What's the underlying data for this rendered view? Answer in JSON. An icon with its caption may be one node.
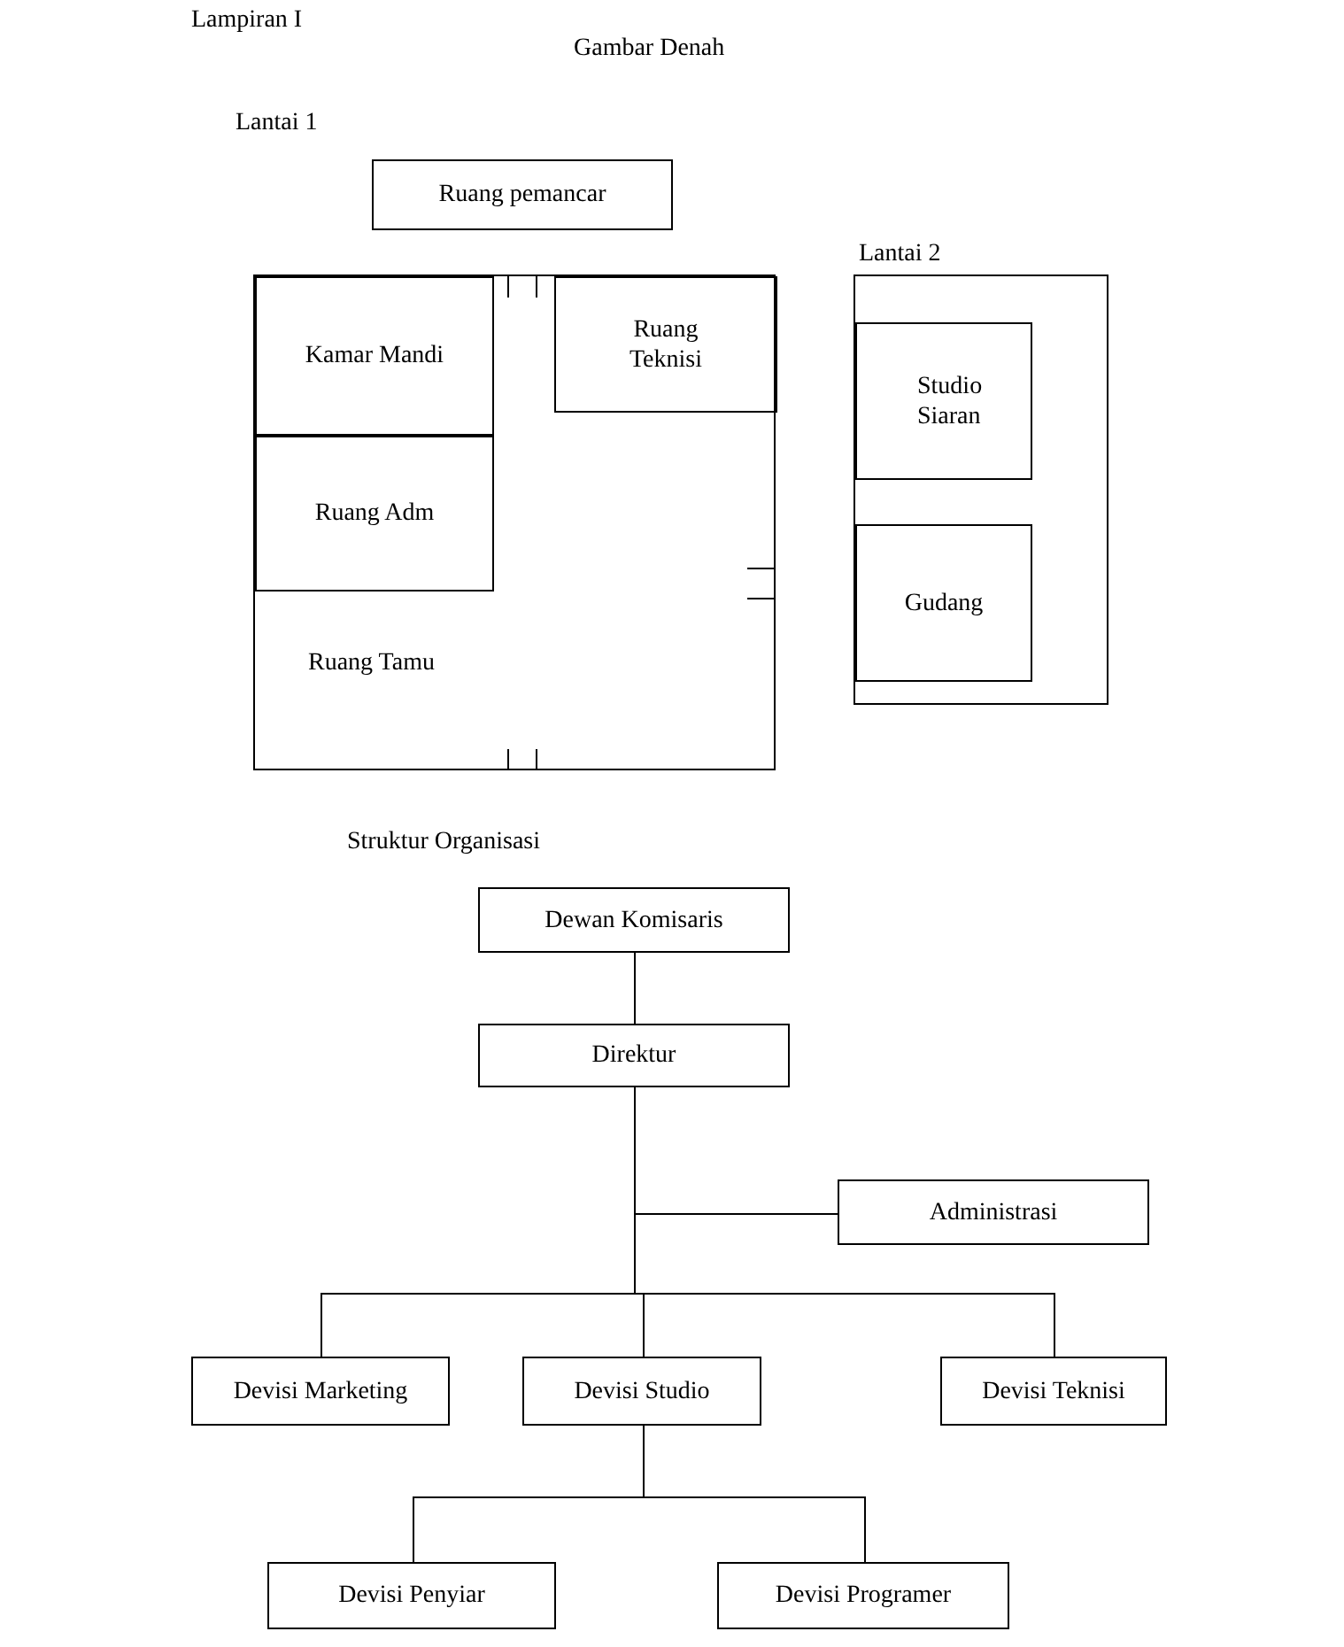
{
  "diagram": {
    "nodes": [
      {
        "text": [
          "Ruang pemancar"
        ]
      },
      {
        "text": [
          "Ruang Tamu"
        ]
      },
      {
        "text": [
          "Kamar Mandi"
        ],
        "in": 1
      },
      {
        "text": [
          "Ruang Adm"
        ],
        "in": 1
      },
      {
        "text": [
          "Ruang Teknisi"
        ],
        "in": 1
      },
      {
        "text": [],
        "shape": "box"
      },
      {
        "text": [
          "Studio Siaran"
        ],
        "in": 5
      },
      {
        "text": [
          "Gudang"
        ],
        "in": 5
      },
      {
        "text": [
          "Dewan Komisaris"
        ]
      },
      {
        "text": [
          "Direktur"
        ]
      },
      {
        "text": [
          "Administrasi"
        ]
      },
      {
        "text": [
          "Devisi Marketing"
        ]
      },
      {
        "text": [
          "Devisi Studio"
        ]
      },
      {
        "text": [
          "Devisi Teknisi"
        ]
      },
      {
        "text": [
          "Devisi Penyiar"
        ]
      },
      {
        "text": [
          "Devisi Programer"
        ]
      }
    ],
    "edges": [
      {
        "from": 8,
        "to": 9,
        "arrow": "none"
      },
      {
        "from": 9,
        "to": 10,
        "arrow": "none"
      },
      {
        "from": 9,
        "to": 11,
        "arrow": "none"
      },
      {
        "from": 9,
        "to": 12,
        "arrow": "none"
      },
      {
        "from": 9,
        "to": 13,
        "arrow": "none"
      },
      {
        "from": 12,
        "to": 14,
        "arrow": "none"
      },
      {
        "from": 12,
        "to": 15,
        "arrow": "none"
      }
    ],
    "labels": [
      "Lampiran I",
      "Gambar Denah",
      "Lantai 1",
      "Lantai 2",
      "Struktur Organisasi"
    ]
  }
}
